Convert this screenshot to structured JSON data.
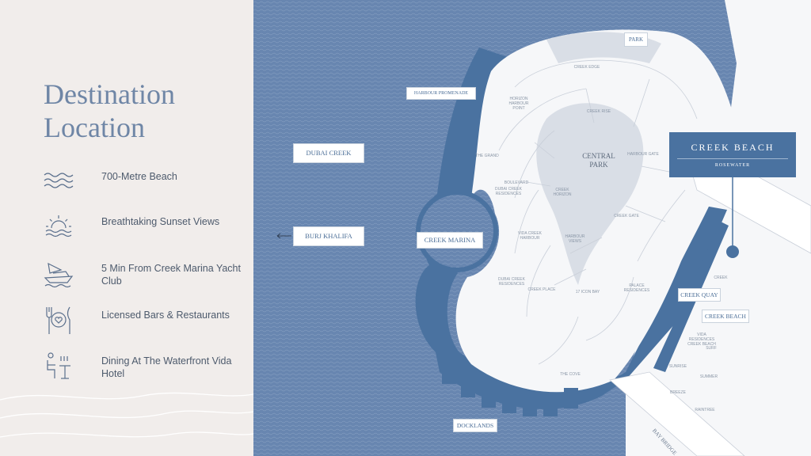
{
  "panel": {
    "title_line1": "Destination",
    "title_line2": "Location",
    "features": [
      {
        "icon": "waves-icon",
        "label": "700-Metre Beach"
      },
      {
        "icon": "sunset-icon",
        "label": "Breathtaking Sunset Views"
      },
      {
        "icon": "yacht-icon",
        "label": "5 Min From Creek Marina Yacht Club"
      },
      {
        "icon": "cutlery-heart-icon",
        "label": "Licensed Bars & Restaurants"
      },
      {
        "icon": "dining-person-icon",
        "label": "Dining At The Waterfront Vida Hotel"
      }
    ]
  },
  "map": {
    "labels": {
      "park": "PARK",
      "harbour_promenade": "HARBOUR PROMENADE",
      "dubai_creek": "DUBAI CREEK",
      "burj_khalifa": "BURJ KHALIFA",
      "creek_marina": "CREEK MARINA",
      "central_park": "CENTRAL PARK",
      "creek_quay": "CREEK QUAY",
      "creek_beach": "CREEK BEACH",
      "docklands": "DOCKLANDS",
      "bay_bridge": "BAY BRIDGE"
    },
    "small_labels": [
      "CREEK EDGE",
      "HORIZON HARBOUR POINT",
      "CREEK RISE",
      "HARBOUR GATE",
      "THE GRAND",
      "BOULEVARD",
      "DUBAI CREEK RESIDENCES",
      "CREEK HORIZON",
      "CREEK GATE",
      "VIDA CREEK HARBOUR",
      "HARBOUR VIEWS",
      "DUBAI CREEK RESIDENCES",
      "CREEK PLACE",
      "17 ICON BAY",
      "PALACE RESIDENCES",
      "THE COVE",
      "VIDA RESIDENCES CREEK BEACH",
      "CREEK",
      "SUNRISE",
      "SUMMER",
      "BREEZE",
      "RAINTREE",
      "SURF"
    ]
  },
  "brand": {
    "name": "CREEK BEACH",
    "sub": "ROSEWATER"
  },
  "colors": {
    "water": "#6886b0",
    "land": "#f6f7f9",
    "accent": "#4a72a0",
    "panel_bg": "#f1edeb",
    "title": "#6f86a6"
  }
}
